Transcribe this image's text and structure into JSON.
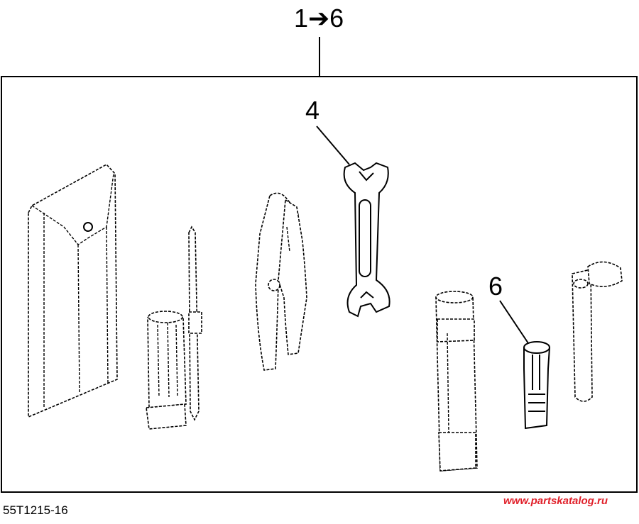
{
  "header": {
    "range_label": "1➔6"
  },
  "callouts": [
    {
      "id": "4",
      "label": "4"
    },
    {
      "id": "6",
      "label": "6"
    }
  ],
  "footer": {
    "part_code": "55T1215-16",
    "watermark": "www.partskatalog.ru"
  },
  "colors": {
    "watermark": "#e0202a",
    "line": "#000000"
  },
  "icons": [
    "tool-pouch-icon",
    "screwdriver-handle-icon",
    "screwdriver-bit-icon",
    "pliers-icon",
    "open-end-wrench-icon",
    "spark-plug-socket-icon",
    "flashlight-icon",
    "offset-socket-icon"
  ]
}
